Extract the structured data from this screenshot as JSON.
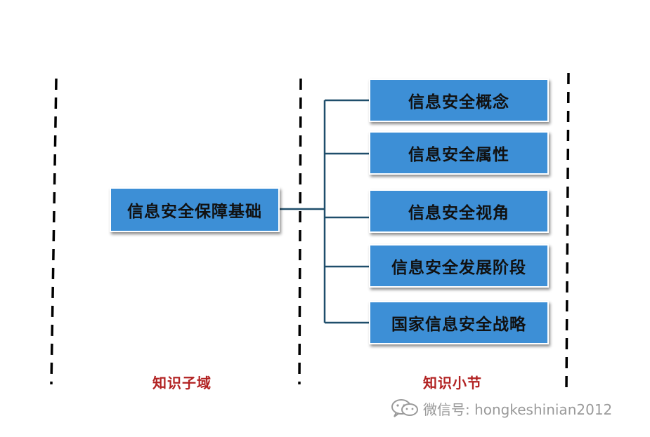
{
  "diagram": {
    "root": "信息安全保障基础",
    "children": [
      "信息安全概念",
      "信息安全属性",
      "信息安全视角",
      "信息安全发展阶段",
      "国家信息安全战略"
    ],
    "column_labels": {
      "left": "知识子域",
      "right": "知识小节"
    },
    "colors": {
      "box_fill": "#3d8fd6",
      "connector": "#1f4e6b",
      "label_text": "#b22222",
      "dashed_divider": "#000000"
    }
  },
  "watermark": {
    "icon": "wechat-icon",
    "text": "微信号: hongkeshinian2012"
  }
}
